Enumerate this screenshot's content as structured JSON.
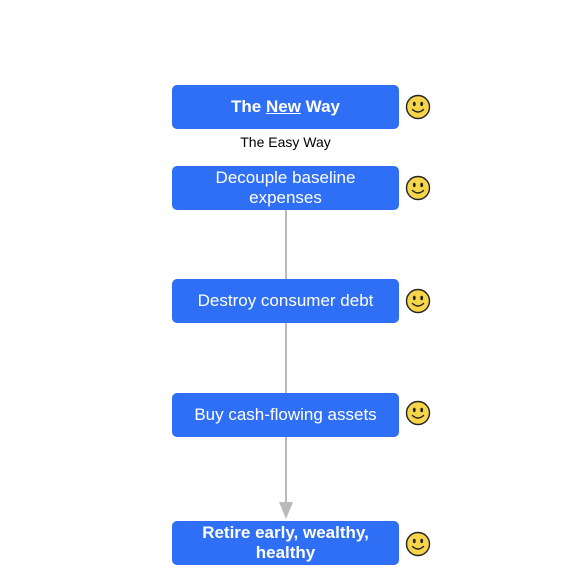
{
  "header": {
    "title_prefix": "The ",
    "title_emphasis": "New",
    "title_suffix": " Way",
    "subtitle": "The Easy Way"
  },
  "steps": [
    {
      "label": "Decouple baseline expenses"
    },
    {
      "label": "Destroy consumer debt"
    },
    {
      "label": "Buy cash-flowing assets"
    },
    {
      "label": "Retire early, wealthy, healthy"
    }
  ],
  "icons": {
    "smiley": "smiley-face-icon"
  },
  "colors": {
    "box_fill": "#2f6ff6",
    "box_text": "#ffffff",
    "connector": "#b9b9b9",
    "smiley_fill": "#f7d54a"
  }
}
